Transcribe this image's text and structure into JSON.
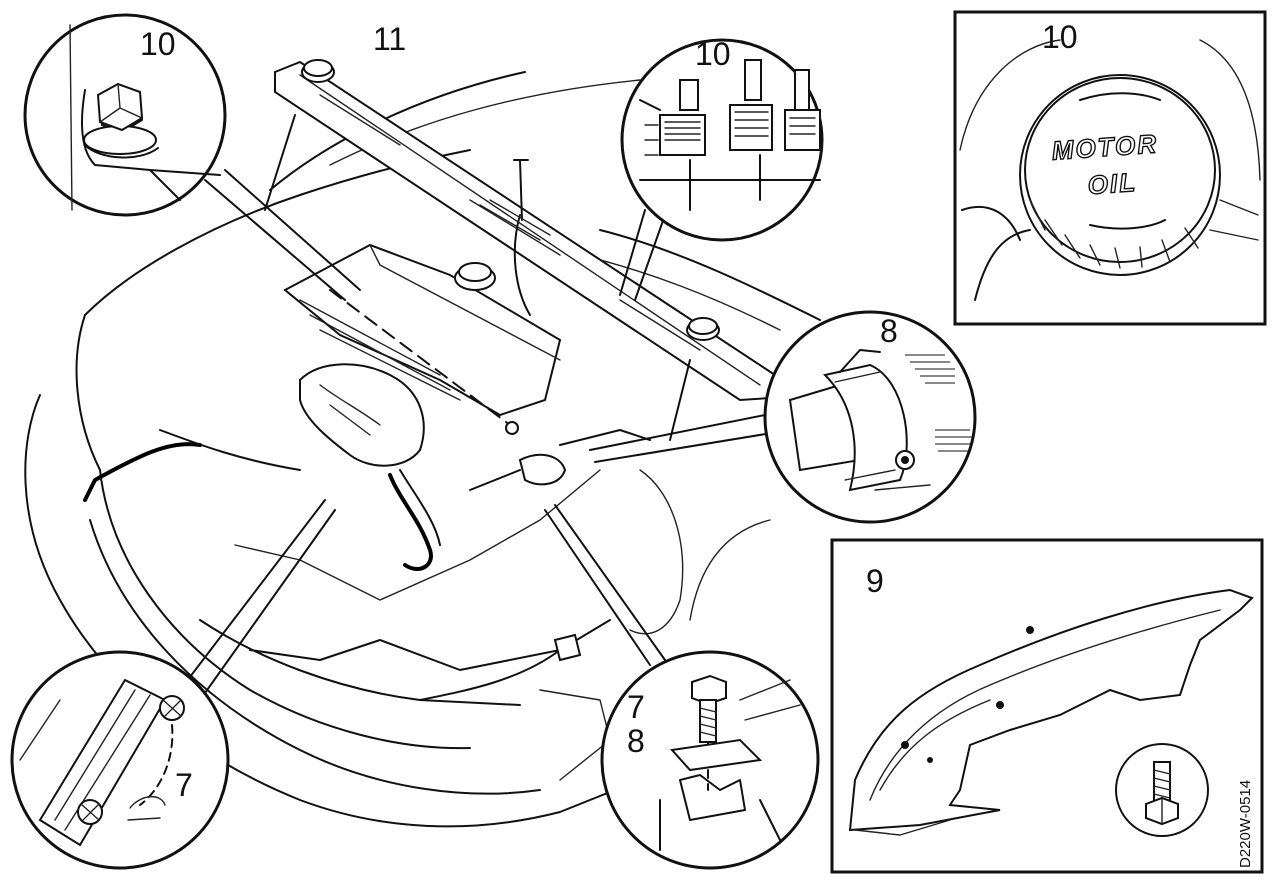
{
  "callouts": {
    "top_left_detail": "10",
    "main_bar": "11",
    "top_center_detail": "10",
    "oil_cap_detail": "10",
    "right_clamp_detail": "8",
    "shield_panel": "9",
    "bottom_left_detail": "7",
    "bottom_center_detail_a": "7",
    "bottom_center_detail_b": "8"
  },
  "oil_cap": {
    "line1": "MOTOR",
    "line2": "OIL"
  },
  "reference_code": "D220W-0514",
  "colors": {
    "ink": "#111111",
    "paper": "#ffffff"
  }
}
